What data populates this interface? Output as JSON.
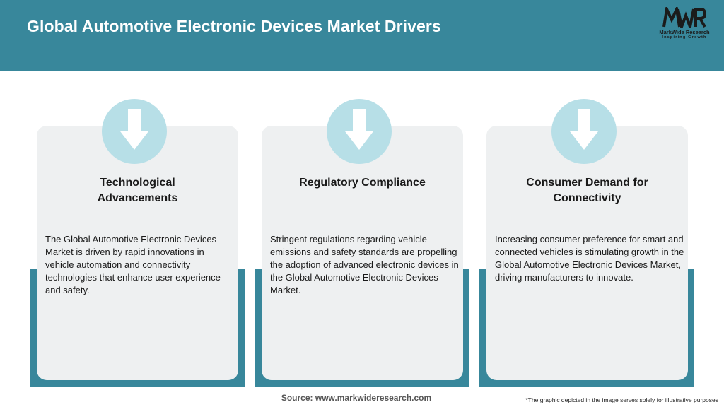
{
  "header": {
    "title": "Global Automotive Electronic Devices Market Drivers",
    "bg_color": "#38879b"
  },
  "logo": {
    "mark": "MWR",
    "name": "MarkWide Research",
    "tagline": "Inspiring Growth"
  },
  "cards": [
    {
      "icon": "arrow-down-icon",
      "title": "Technological Advancements",
      "text": "The Global Automotive Electronic Devices Market is driven by rapid innovations in vehicle automation and connectivity technologies that enhance user experience and safety."
    },
    {
      "icon": "arrow-down-icon",
      "title": "Regulatory Compliance",
      "text": "Stringent regulations regarding vehicle emissions and safety standards are propelling the adoption of advanced electronic devices in the Global Automotive Electronic Devices Market."
    },
    {
      "icon": "arrow-down-icon",
      "title": "Consumer Demand for Connectivity",
      "text": "Increasing consumer preference for smart and connected vehicles is stimulating growth in the Global Automotive Electronic Devices Market, driving manufacturers to innovate."
    }
  ],
  "footer": {
    "source": "Source: www.markwideresearch.com",
    "disclaimer": "*The graphic depicted in the image serves solely for illustrative purposes"
  },
  "colors": {
    "accent": "#38879b",
    "circle": "#b7dfe7",
    "card_bg": "#eef0f1"
  }
}
